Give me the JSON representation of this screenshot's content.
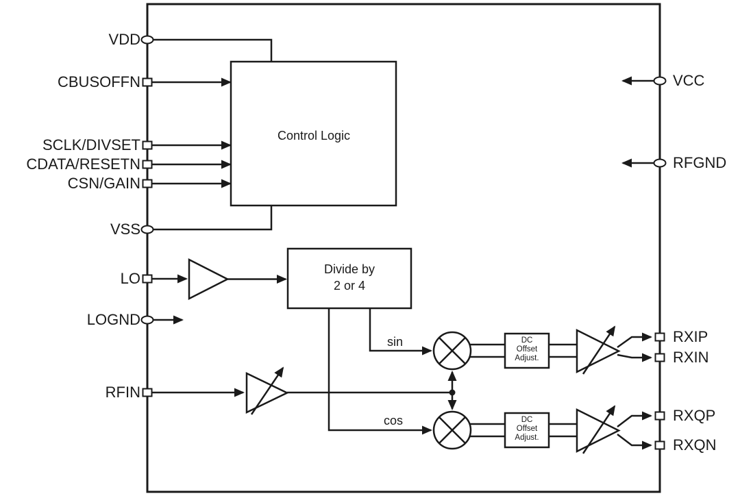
{
  "colors": {
    "line": "#1a1a1a",
    "background": "#ffffff"
  },
  "pins": {
    "left": [
      {
        "label": "VDD"
      },
      {
        "label": "CBUSOFFN"
      },
      {
        "label": "SCLK/DIVSET"
      },
      {
        "label": "CDATA/RESETN"
      },
      {
        "label": "CSN/GAIN"
      },
      {
        "label": "VSS"
      },
      {
        "label": "LO"
      },
      {
        "label": "LOGND"
      },
      {
        "label": "RFIN"
      }
    ],
    "right": [
      {
        "label": "VCC"
      },
      {
        "label": "RFGND"
      },
      {
        "label": "RXIP"
      },
      {
        "label": "RXIN"
      },
      {
        "label": "RXQP"
      },
      {
        "label": "RXQN"
      }
    ]
  },
  "blocks": {
    "control_logic": "Control Logic",
    "divider_line1": "Divide by",
    "divider_line2": "2 or 4",
    "dc_offset_line1": "DC",
    "dc_offset_line2": "Offset",
    "dc_offset_line3": "Adjust."
  },
  "signals": {
    "sin": "sin",
    "cos": "cos"
  }
}
